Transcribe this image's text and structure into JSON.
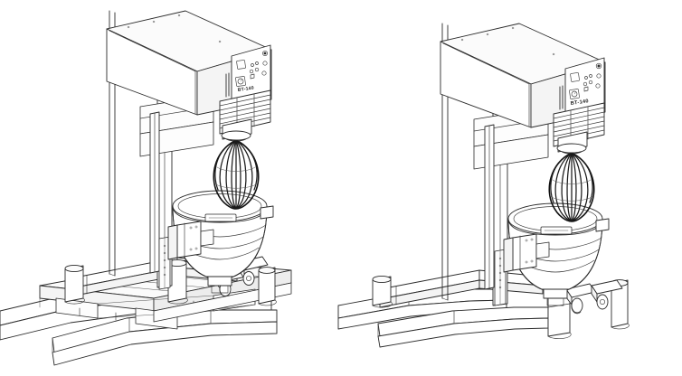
{
  "document": {
    "kind": "technical-line-drawing",
    "subject": "Industrial planetary mixer with wire whisk, forklift transport illustration",
    "background_color": "#ffffff",
    "line_color": "#2b2b2b",
    "panel_count": 2
  },
  "machine": {
    "model_label": "BT-140",
    "components": {
      "motor_housing": "motor-housing",
      "control_panel": "control-panel",
      "ventilation_grille": "ventilation-grille",
      "whisk": "wire-whisk-attachment",
      "bowl": "mixing-bowl",
      "bowl_nameplate": "bowl-nameplate",
      "bowl_bracket": "bowl-lift-bracket",
      "column": "vertical-column",
      "base_frame": "base-frame",
      "casters": "caster-wheels",
      "leg_posts": "leg-posts"
    },
    "control_panel": {
      "square_button": "square-button",
      "round_knob": "round-knob",
      "indicator_lamps": 4,
      "round_buttons": 3,
      "label": "BT-140"
    }
  },
  "views": [
    {
      "id": "left",
      "name": "mixer-on-pallet-view",
      "caption": "",
      "transport": "wooden-pallet-on-forks",
      "fork_count": 2,
      "pallet": true
    },
    {
      "id": "right",
      "name": "mixer-on-forks-view",
      "caption": "",
      "transport": "direct-on-forks",
      "fork_count": 2,
      "pallet": false
    }
  ],
  "colors": {
    "background": "#ffffff",
    "outline": "#2b2b2b",
    "thin_line": "#3a3a3a",
    "hint_line": "#555555",
    "panel_fill": "#f4f4f4",
    "top_fill": "#fbfbfb",
    "whisk": "#111111"
  }
}
